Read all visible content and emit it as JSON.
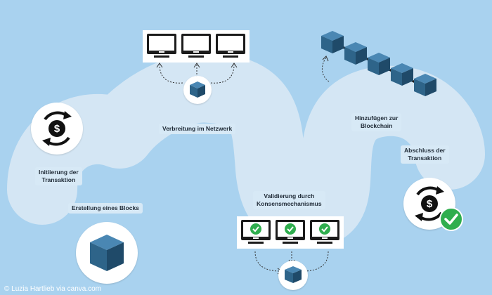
{
  "steps": {
    "initiation": "Initiierung der\nTransaktion",
    "block_creation": "Erstellung eines Blocks",
    "network": "Verbreitung im Netzwerk",
    "validation": "Validierung durch\nKonsensmechanismus",
    "add_to_chain": "Hinzufügen zur\nBlockchain",
    "completion": "Abschluss der\nTransaktion"
  },
  "credit": "© Luzia Hartlieb via canva.com",
  "colors": {
    "background": "#a9d2ef",
    "path": "#d4e6f4",
    "block": "#2e6489",
    "block_dark": "#1f4a69",
    "monitor": "#1b1b1b",
    "check": "#2fae4e"
  },
  "icons": {
    "transaction": "dollar-cycle-icon",
    "block": "cube-icon",
    "computer": "monitor-icon",
    "check": "check-badge-icon",
    "chain": "blockchain-icon"
  }
}
